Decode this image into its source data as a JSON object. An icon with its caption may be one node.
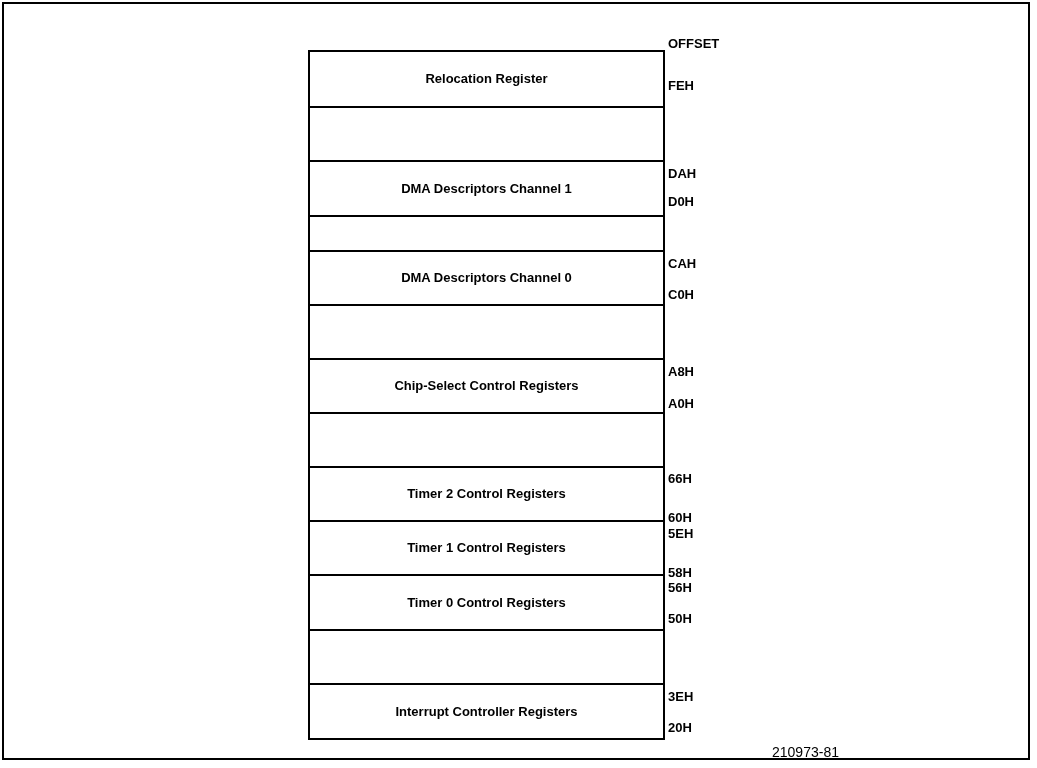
{
  "diagram": {
    "nodes": [
      {
        "text": [
          "Relocation Register"
        ]
      },
      {
        "text": [],
        "shape": "box"
      },
      {
        "text": [
          "DMA Descriptors Channel 1"
        ]
      },
      {
        "text": [],
        "shape": "box"
      },
      {
        "text": [
          "DMA Descriptors Channel 0"
        ]
      },
      {
        "text": [],
        "shape": "box"
      },
      {
        "text": [
          "Chip-Select Control Registers"
        ]
      },
      {
        "text": [],
        "shape": "box"
      },
      {
        "text": [
          "Timer 2 Control Registers"
        ]
      },
      {
        "text": [
          "Timer 1 Control Registers"
        ]
      },
      {
        "text": [
          "Timer 0 Control Registers"
        ]
      },
      {
        "text": [],
        "shape": "box"
      },
      {
        "text": [
          "Interrupt Controller Registers"
        ]
      }
    ],
    "labels": [
      "OFFSET",
      "FEH",
      "DAH",
      "D0H",
      "CAH",
      "C0H",
      "A8H",
      "A0H",
      "66H",
      "60H",
      "5EH",
      "58H",
      "56H",
      "50H",
      "3EH",
      "20H",
      "210973-81"
    ]
  }
}
